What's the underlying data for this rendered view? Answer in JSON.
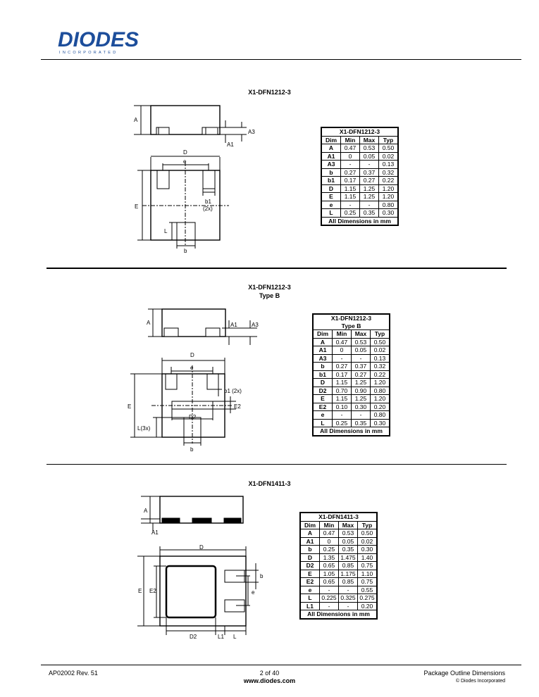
{
  "header": {
    "logo_text": "DIODES",
    "logo_sub": "INCORPORATED"
  },
  "sections": [
    {
      "title": "X1-DFN1212-3",
      "subtitle": "",
      "labels": {
        "A": "A",
        "A1": "A1",
        "A3": "A3",
        "D": "D",
        "e": "e",
        "E": "E",
        "b1": "b1",
        "b1_note": "(2x)",
        "L": "L",
        "b": "b"
      },
      "table": {
        "heading": "X1-DFN1212-3",
        "heading2": "",
        "columns": [
          "Dim",
          "Min",
          "Max",
          "Typ"
        ],
        "rows": [
          [
            "A",
            "0.47",
            "0.53",
            "0.50"
          ],
          [
            "A1",
            "0",
            "0.05",
            "0.02"
          ],
          [
            "A3",
            "-",
            "-",
            "0.13"
          ],
          [
            "b",
            "0.27",
            "0.37",
            "0.32"
          ],
          [
            "b1",
            "0.17",
            "0.27",
            "0.22"
          ],
          [
            "D",
            "1.15",
            "1.25",
            "1.20"
          ],
          [
            "E",
            "1.15",
            "1.25",
            "1.20"
          ],
          [
            "e",
            "-",
            "-",
            "0.80"
          ],
          [
            "L",
            "0.25",
            "0.35",
            "0.30"
          ]
        ],
        "footer": "All Dimensions in mm"
      }
    },
    {
      "title": "X1-DFN1212-3",
      "subtitle": "Type B",
      "labels": {
        "A": "A",
        "A1": "A1",
        "A3": "A3",
        "D": "D",
        "e": "e",
        "E": "E",
        "b1": "b1 (2x)",
        "E2": "E2",
        "D2": "D2",
        "L": "L(3x)",
        "b": "b"
      },
      "table": {
        "heading": "X1-DFN1212-3",
        "heading2": "Type B",
        "columns": [
          "Dim",
          "Min",
          "Max",
          "Typ"
        ],
        "rows": [
          [
            "A",
            "0.47",
            "0.53",
            "0.50"
          ],
          [
            "A1",
            "0",
            "0.05",
            "0.02"
          ],
          [
            "A3",
            "-",
            "-",
            "0.13"
          ],
          [
            "b",
            "0.27",
            "0.37",
            "0.32"
          ],
          [
            "b1",
            "0.17",
            "0.27",
            "0.22"
          ],
          [
            "D",
            "1.15",
            "1.25",
            "1.20"
          ],
          [
            "D2",
            "0.70",
            "0.90",
            "0.80"
          ],
          [
            "E",
            "1.15",
            "1.25",
            "1.20"
          ],
          [
            "E2",
            "0.10",
            "0.30",
            "0.20"
          ],
          [
            "e",
            "-",
            "-",
            "0.80"
          ],
          [
            "L",
            "0.25",
            "0.35",
            "0.30"
          ]
        ],
        "footer": "All Dimensions in mm"
      }
    },
    {
      "title": "X1-DFN1411-3",
      "subtitle": "",
      "labels": {
        "A": "A",
        "A1": "A1",
        "D": "D",
        "E": "E",
        "E2": "E2",
        "b": "b",
        "e": "e",
        "D2": "D2",
        "L1": "L1",
        "L": "L"
      },
      "table": {
        "heading": "X1-DFN1411-3",
        "heading2": "",
        "columns": [
          "Dim",
          "Min",
          "Max",
          "Typ"
        ],
        "rows": [
          [
            "A",
            "0.47",
            "0.53",
            "0.50"
          ],
          [
            "A1",
            "0",
            "0.05",
            "0.02"
          ],
          [
            "b",
            "0.25",
            "0.35",
            "0.30"
          ],
          [
            "D",
            "1.35",
            "1.475",
            "1.40"
          ],
          [
            "D2",
            "0.65",
            "0.85",
            "0.75"
          ],
          [
            "E",
            "1.05",
            "1.175",
            "1.10"
          ],
          [
            "E2",
            "0.65",
            "0.85",
            "0.75"
          ],
          [
            "e",
            "-",
            "-",
            "0.55"
          ],
          [
            "L",
            "0.225",
            "0.325",
            "0.275"
          ],
          [
            "L1",
            "-",
            "-",
            "0.20"
          ]
        ],
        "footer": "All Dimensions in mm"
      }
    }
  ],
  "footer": {
    "doc_id": "AP02002 Rev. 51",
    "page": "2 of 40",
    "url": "www.diodes.com",
    "section": "Package Outline Dimensions",
    "copyright": "© Diodes Incorporated"
  }
}
